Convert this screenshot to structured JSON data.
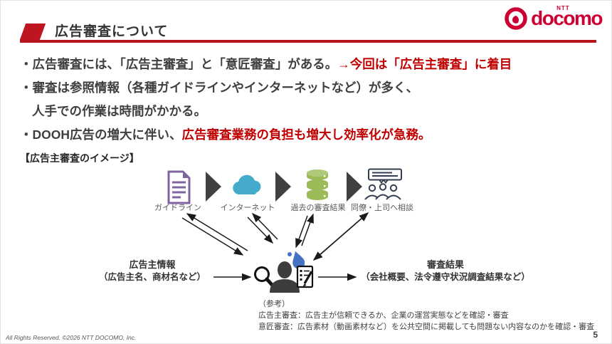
{
  "slide": {
    "title": "広告審査について",
    "page_number": "5",
    "footer": "All Rights Reserved. ©2026 NTT DOCOMO, Inc."
  },
  "logo": {
    "ntt": "NTT",
    "brand": "docomo"
  },
  "bullets": {
    "b1_black": "・広告審査には、「広告主審査」と「意匠審査」がある。",
    "b1_red": "→今回は「広告主審査」に着目",
    "b2": "・審査は参照情報（各種ガイドラインやインターネットなど）が多く、",
    "b3": "人手での作業は時間がかかる。",
    "b4_black": "・DOOH広告の増大に伴い、",
    "b4_red": "広告審査業務の負担も増大し効率化が急務。"
  },
  "diagram": {
    "heading": "【広告主審査のイメージ】",
    "sources": [
      {
        "icon": "document-icon",
        "label": "ガイドライン"
      },
      {
        "icon": "cloud-icon",
        "label": "インターネット"
      },
      {
        "icon": "database-icon",
        "label": "過去の審査結果"
      },
      {
        "icon": "people-chat-icon",
        "label": "同僚・上司へ相談"
      }
    ],
    "input": {
      "line1": "広告主情報",
      "line2": "（広告主名、商材名など）"
    },
    "output": {
      "line1": "審査結果",
      "line2": "（会社概要、法令遵守状況調査結果など）"
    },
    "center_icons": [
      "magnifier-icon",
      "reviewer-person-icon",
      "sweat-drop-icon",
      "clipboard-pen-icon"
    ]
  },
  "reference": {
    "heading": "（参考）",
    "line1": "広告主審査：広告主が信頼できるか、企業の運営実態などを確認・審査",
    "line2": "意匠審査：広告素材（動画素材など）を公共空間に掲載しても問題ない内容なのかを確認・審査"
  },
  "colors": {
    "accent_red": "#BE1621",
    "logo_red": "#CC0033",
    "text_red": "#C00000",
    "text_dark": "#3F3F3F",
    "label_gray": "#595959",
    "doc_purple": "#8064A2",
    "cloud_blue": "#45ABCD",
    "db_green": "#9BBB59",
    "people_navy": "#333F50",
    "drop_blue": "#4472C4",
    "flow_triangle": "#404040"
  }
}
